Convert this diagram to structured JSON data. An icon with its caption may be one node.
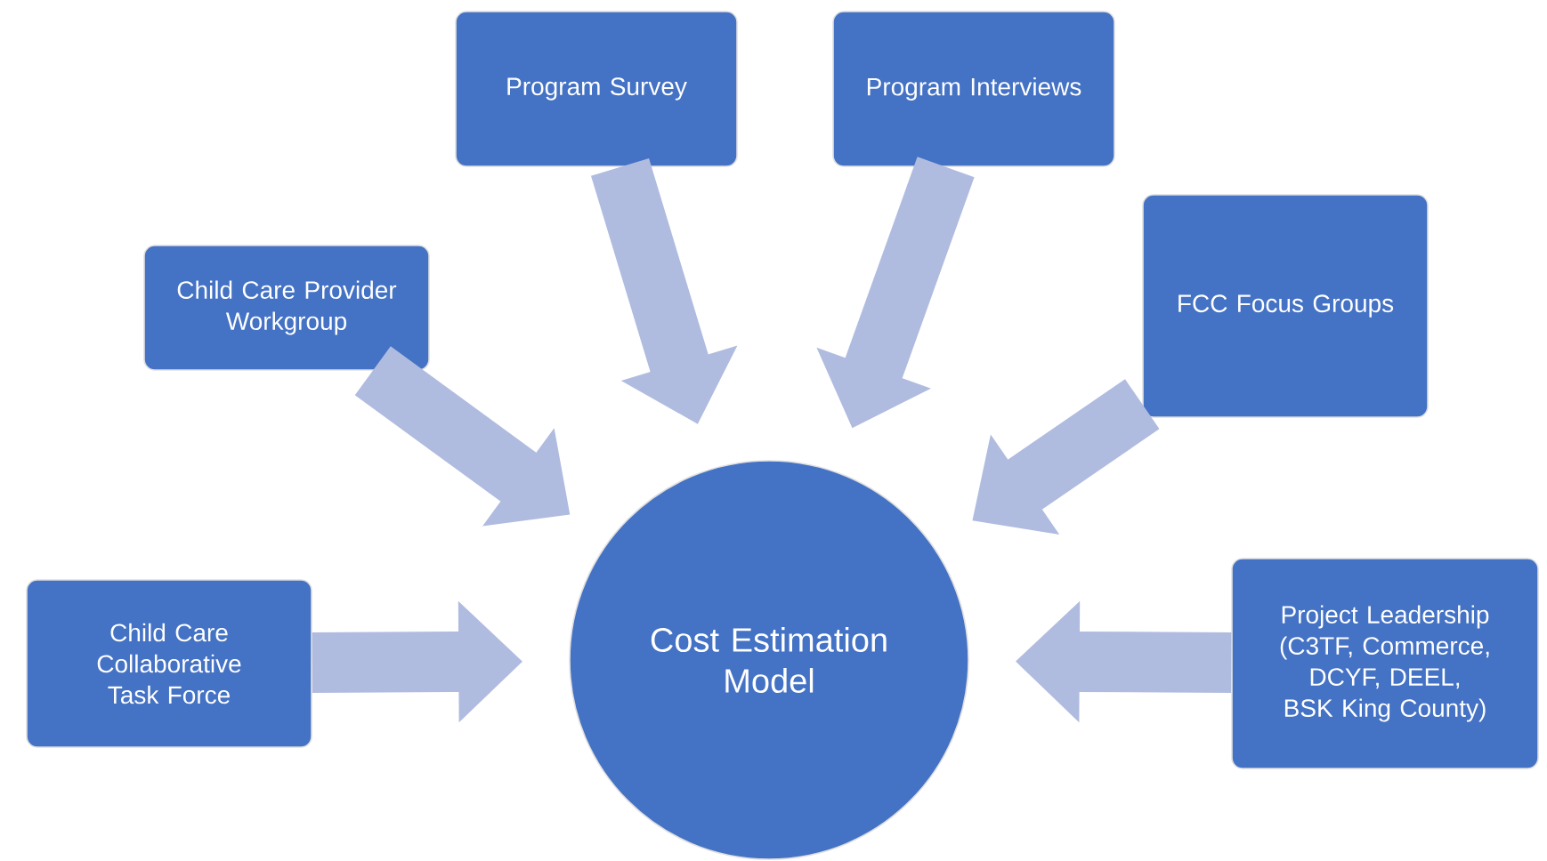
{
  "diagram": {
    "nodes": [
      {
        "text": [
          "Program Survey"
        ]
      },
      {
        "text": [
          "Program Interviews"
        ]
      },
      {
        "text": [
          "Child Care Provider Workgroup"
        ]
      },
      {
        "text": [
          "FCC Focus Groups"
        ]
      },
      {
        "text": [
          "Child Care Collaborative Task Force"
        ]
      },
      {
        "text": [
          "Cost Estimation Model"
        ]
      },
      {
        "text": [
          "Project Leadership (C3TF, Commerce, DCYF, DEEL, BSK King County)"
        ]
      }
    ],
    "edges": [
      {
        "from": 0,
        "to": 5,
        "arrow": "to"
      },
      {
        "from": 1,
        "to": 5,
        "arrow": "to"
      },
      {
        "from": 2,
        "to": 5,
        "arrow": "to"
      },
      {
        "from": 3,
        "to": 5,
        "arrow": "to"
      },
      {
        "from": 4,
        "to": 5,
        "arrow": "to"
      },
      {
        "from": 6,
        "to": 5,
        "arrow": "to"
      }
    ]
  }
}
